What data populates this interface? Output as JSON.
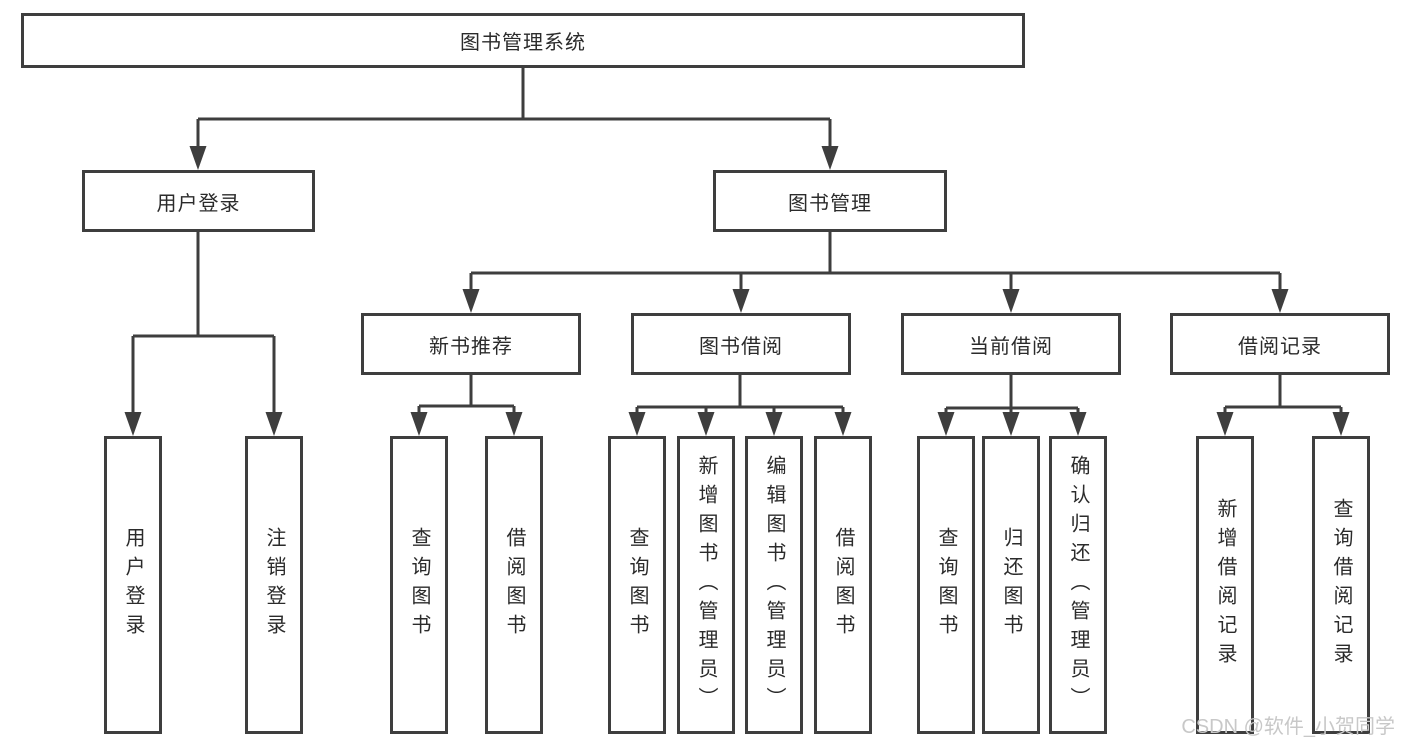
{
  "nodes": {
    "root": "图书管理系统",
    "l2": [
      "用户登录",
      "图书管理"
    ],
    "l3": [
      "新书推荐",
      "图书借阅",
      "当前借阅",
      "借阅记录"
    ],
    "l4": {
      "user_login": [
        "用户登录",
        "注销登录"
      ],
      "new_book": [
        "查询图书",
        "借阅图书"
      ],
      "book_borrow": [
        "查询图书",
        "新增图书（管理员）",
        "编辑图书（管理员）",
        "借阅图书"
      ],
      "current_borrow": [
        "查询图书",
        "归还图书",
        "确认归还（管理员）"
      ],
      "borrow_record": [
        "新增借阅记录",
        "查询借阅记录"
      ]
    }
  },
  "watermark": "CSDN @软件_小贺同学",
  "colors": {
    "line": "#3e3e3e",
    "text": "#2b2b2b",
    "watermark": "#c8c8c8"
  }
}
